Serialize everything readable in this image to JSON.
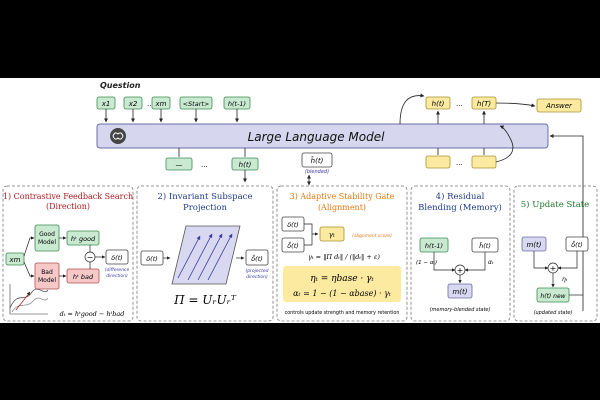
{
  "colors": {
    "llm_fill": "#d6d6ee",
    "llm_stroke": "#6b6ba8",
    "token_fill": "#c9ead1",
    "token_stroke": "#3e8a53",
    "out_fill": "#fbeaa0",
    "out_stroke": "#a89030",
    "title1": "#b0181a",
    "title2": "#1f3a8a",
    "title3": "#e07a10",
    "title4": "#1f3a8a",
    "title5": "#1f7a2a",
    "bad_fill": "#f6c8c8",
    "note_fill": "#fbeaa0",
    "proj_fill": "#d8d8f0"
  },
  "top": {
    "question_label": "Question",
    "tokens": [
      "x1",
      "x2",
      "xm",
      "<Start>",
      "h(t-1)"
    ],
    "ellipsis": "...",
    "llm_label": "Large Language Model",
    "llm_icon": "brain-icon",
    "outputs": [
      "h(t)",
      "h(T)"
    ],
    "answer": "Answer",
    "below_tokens": [
      "—",
      "h(t)"
    ],
    "blended_h": "h̄(t)",
    "blended_note": "(blended)"
  },
  "panel1": {
    "title_line1": "1) Contrastive Feedback Search",
    "title_line2": "(Direction)",
    "input": "xm",
    "good_model": [
      "Good",
      "Model"
    ],
    "bad_model": [
      "Bad",
      "Model"
    ],
    "h_good": "hᵗ good",
    "h_bad": "hᵗ bad",
    "minus": "−",
    "delta": "δ(t)",
    "delta_note": [
      "(difference",
      "direction)"
    ],
    "formula": "dₜ = hᵗgood − hᵗbad"
  },
  "panel2": {
    "title_line1": "2) Invariant Subspace",
    "title_line2": "Projection",
    "delta_in": "δ(t)",
    "delta_out": "δ̂(t)",
    "proj_note": [
      "(projected",
      "direction)"
    ],
    "formula": "Π = UᵣUᵣᵀ"
  },
  "panel3": {
    "title_line1": "3) Adaptive Stability Gate",
    "title_line2": "(Alignment)",
    "delta_a": "δ(t)",
    "delta_b": "δ̂(t)",
    "gamma": "γₜ",
    "gamma_note": "(alignment score)",
    "gamma_formula": "γₜ = ‖Π dₜ‖ / (‖dₜ‖ + ε)",
    "eta_formula": "ηₜ = ηbase · γₜ",
    "alpha_formula": "αₜ = 1 − (1 − αbase) · γₜ",
    "note": "controls update strength and memory retention"
  },
  "panel4": {
    "title_line1": "4) Residual",
    "title_line2": "Blending (Memory)",
    "h_prev": "h(t-1)",
    "h_bar": "h̄(t)",
    "one_minus_alpha": "(1 − αₜ)",
    "alpha": "αₜ",
    "plus": "+",
    "m": "m(t)",
    "note": "(memory-blended state)"
  },
  "panel5": {
    "title": "5) Update State",
    "m": "m(t)",
    "delta": "δ̂(t)",
    "plus": "+",
    "eta": "ηₜ",
    "h_new": "h(t) new",
    "note": "(updated state)"
  }
}
